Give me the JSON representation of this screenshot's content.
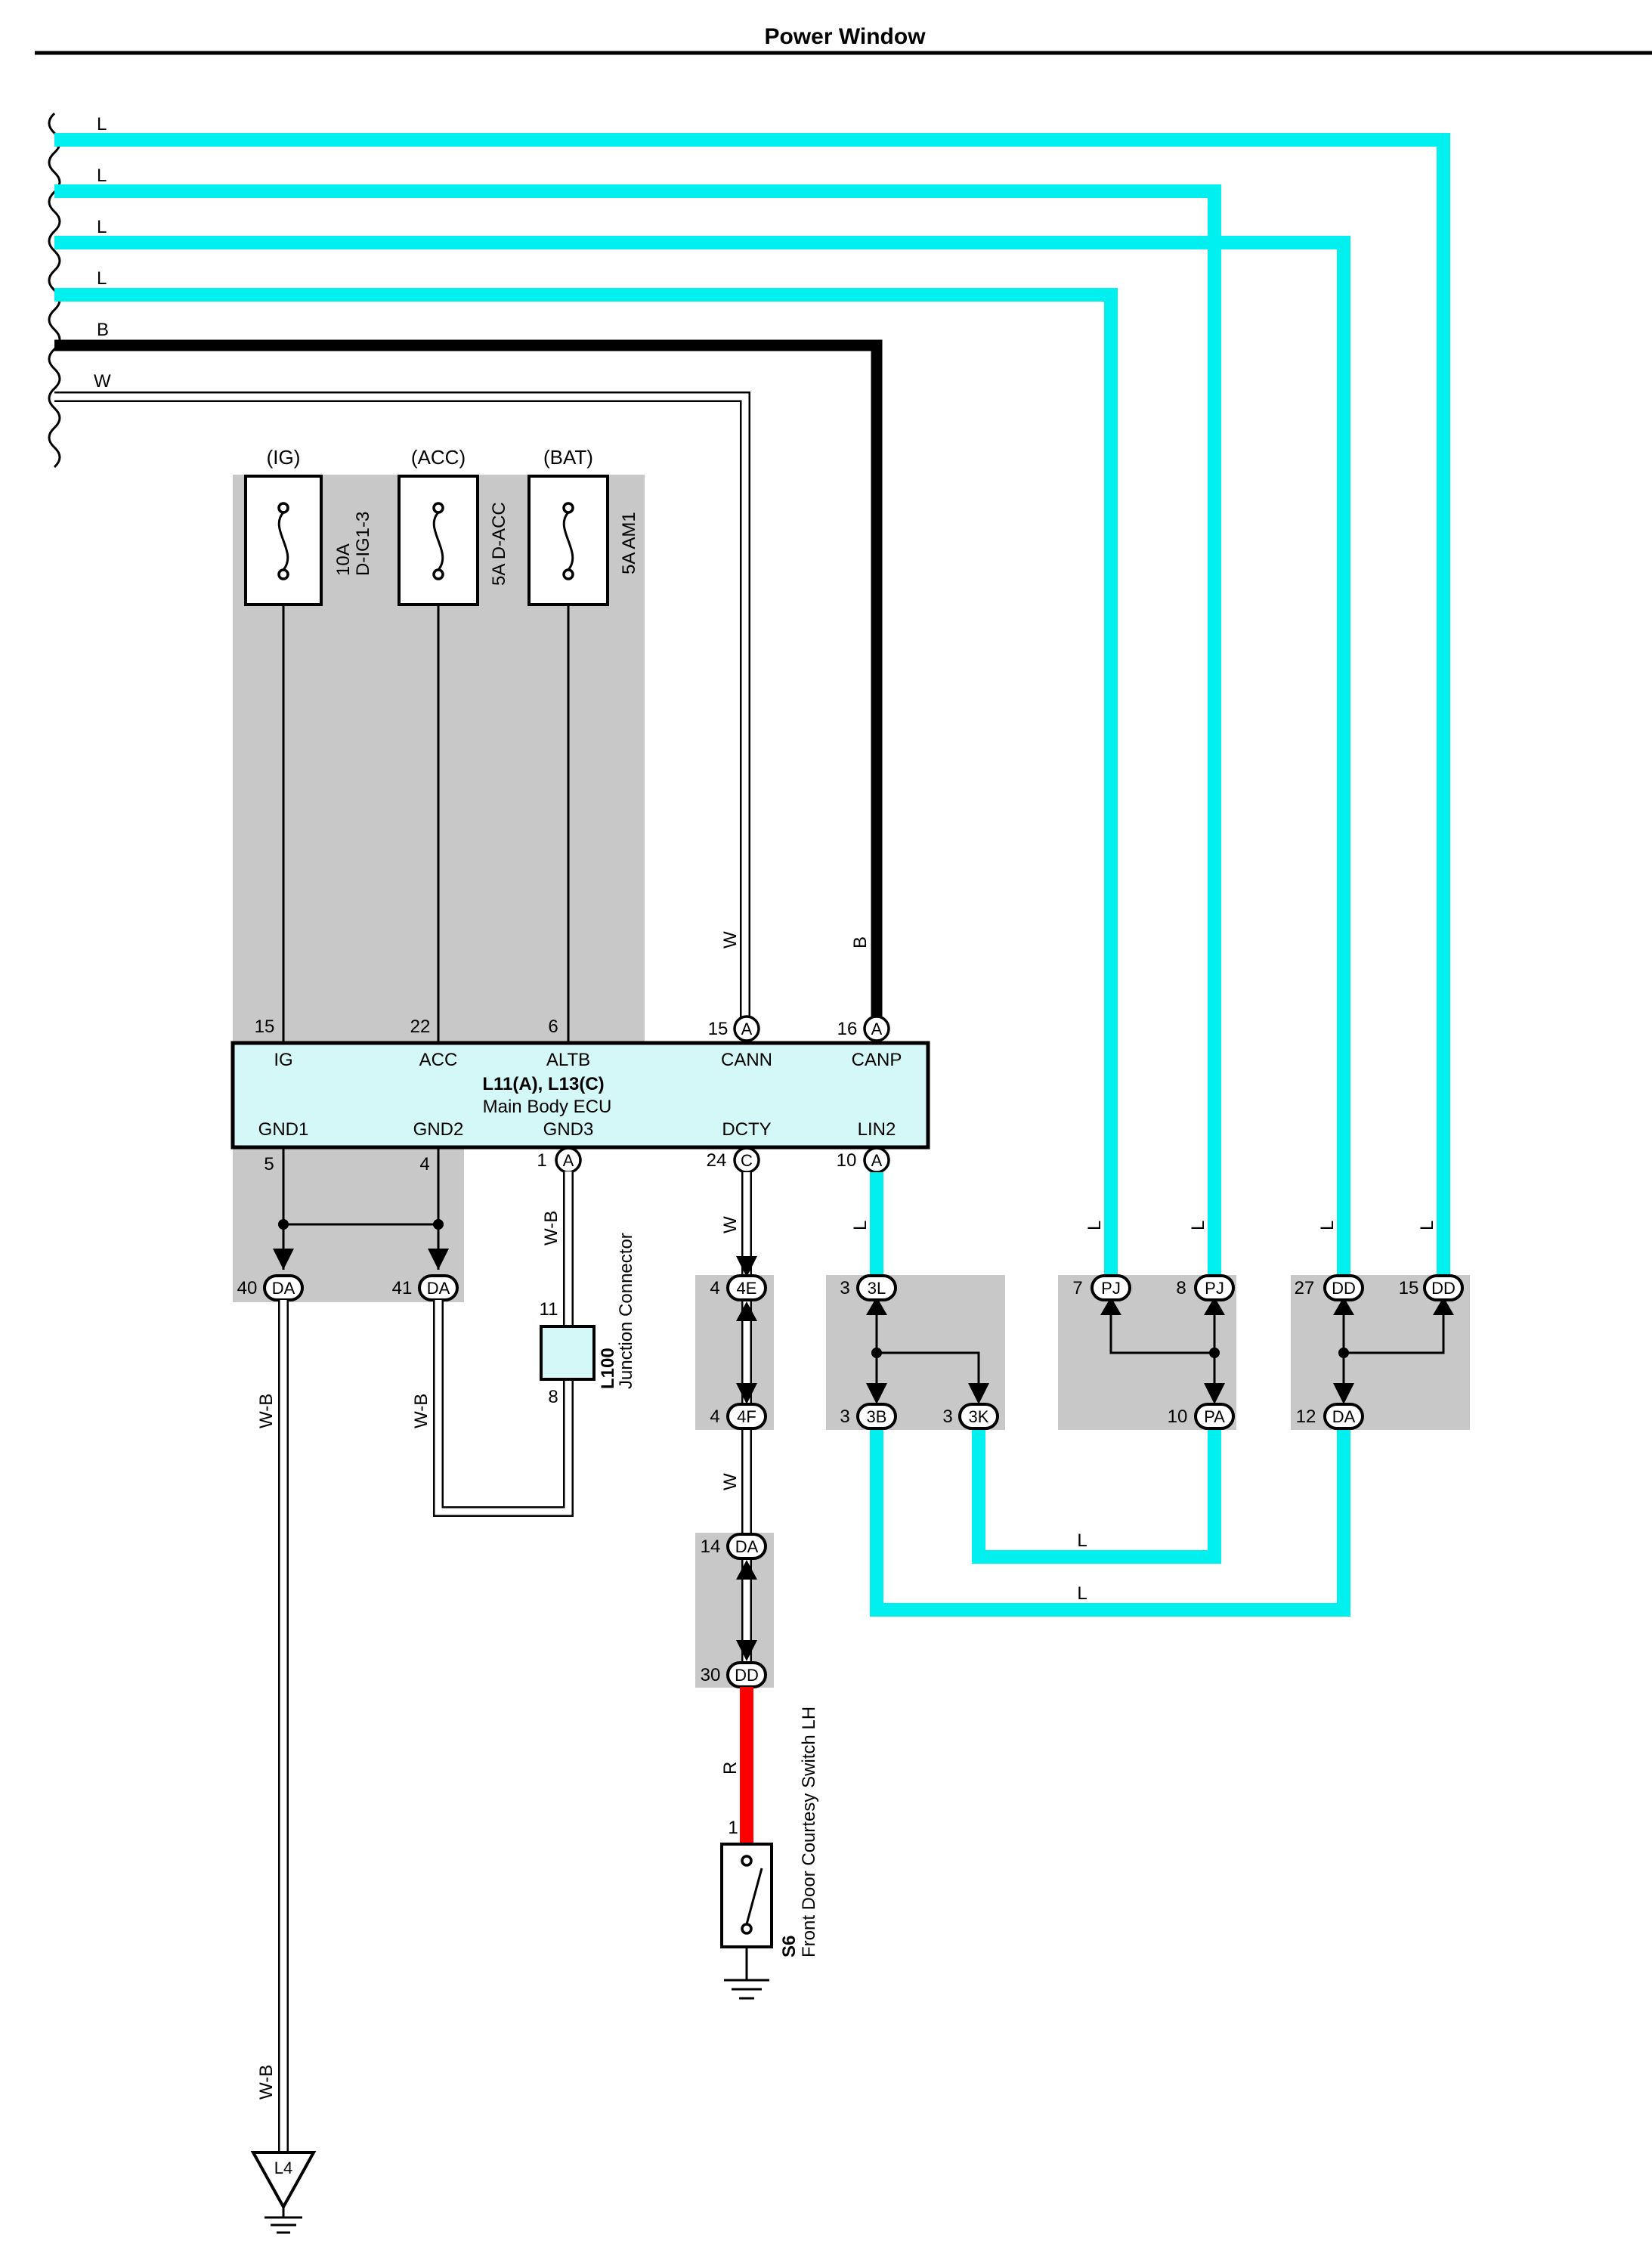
{
  "title": "Power Window",
  "colors": {
    "wire_L": "#00F0F0",
    "wire_B": "#000000",
    "wire_W": "#FFFFFF",
    "wire_R": "#FF0000",
    "ecu_fill": "#D4F8F8",
    "shade": "#C8C8C8"
  },
  "incoming_wires": [
    "L",
    "L",
    "L",
    "L",
    "B",
    "W"
  ],
  "fuses": [
    {
      "tag": "(IG)",
      "rating": "10A",
      "name": "D-IG1-3"
    },
    {
      "tag": "(ACC)",
      "rating": "5A D-ACC",
      "name": ""
    },
    {
      "tag": "(BAT)",
      "rating": "5A AM1",
      "name": ""
    }
  ],
  "ecu": {
    "id": "L11(A), L13(C)",
    "name": "Main Body ECU",
    "top_pins": [
      {
        "num": "15",
        "label": "IG",
        "conn": ""
      },
      {
        "num": "22",
        "label": "ACC",
        "conn": ""
      },
      {
        "num": "6",
        "label": "ALTB",
        "conn": ""
      },
      {
        "num": "15",
        "label": "CANN",
        "conn": "A"
      },
      {
        "num": "16",
        "label": "CANP",
        "conn": "A"
      }
    ],
    "bottom_pins": [
      {
        "num": "5",
        "label": "GND1",
        "conn": ""
      },
      {
        "num": "4",
        "label": "GND2",
        "conn": ""
      },
      {
        "num": "1",
        "label": "GND3",
        "conn": "A"
      },
      {
        "num": "24",
        "label": "DCTY",
        "conn": "C"
      },
      {
        "num": "10",
        "label": "LIN2",
        "conn": "A"
      }
    ]
  },
  "wire_labels": {
    "cann": "W",
    "canp": "B",
    "w1": "W",
    "w2": "W",
    "wb1": "W-B",
    "wb2": "W-B",
    "wb3": "W-B",
    "wb4": "W-B",
    "r": "R",
    "l1": "L",
    "l2": "L",
    "l3": "L",
    "l4": "L",
    "l5": "L",
    "l6": "L",
    "l7": "L"
  },
  "connectors": {
    "da40": {
      "num": "40",
      "code": "DA"
    },
    "da41": {
      "num": "41",
      "code": "DA"
    },
    "c4e": {
      "num": "4",
      "code": "4E"
    },
    "c4f": {
      "num": "4",
      "code": "4F"
    },
    "da14": {
      "num": "14",
      "code": "DA"
    },
    "dd30": {
      "num": "30",
      "code": "DD"
    },
    "c3l": {
      "num": "3",
      "code": "3L"
    },
    "c3b": {
      "num": "3",
      "code": "3B"
    },
    "c3k": {
      "num": "3",
      "code": "3K"
    },
    "pj7": {
      "num": "7",
      "code": "PJ"
    },
    "pj8": {
      "num": "8",
      "code": "PJ"
    },
    "pa10": {
      "num": "10",
      "code": "PA"
    },
    "dd27": {
      "num": "27",
      "code": "DD"
    },
    "dd15": {
      "num": "15",
      "code": "DD"
    },
    "da12": {
      "num": "12",
      "code": "DA"
    }
  },
  "junction": {
    "id": "L100",
    "name": "Junction Connector",
    "pin_top": "11",
    "pin_bottom": "8"
  },
  "switch": {
    "id": "S6",
    "name": "Front Door Courtesy Switch LH",
    "pin": "1"
  },
  "ground": {
    "id": "L4"
  }
}
